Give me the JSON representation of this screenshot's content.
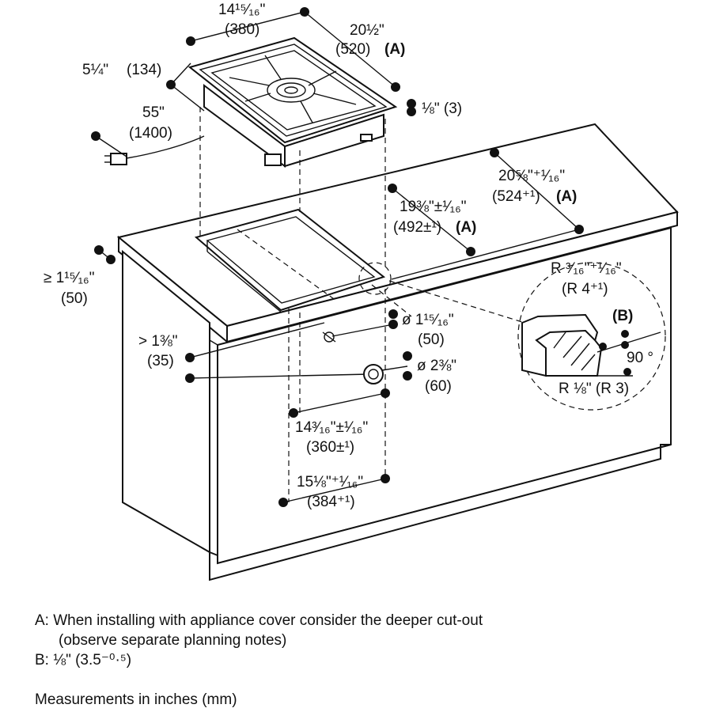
{
  "dimensions": {
    "cooktop_width_in": "14¹⁵⁄₁₆\"",
    "cooktop_width_mm": "(380)",
    "cooktop_depth_in": "20½\"",
    "cooktop_depth_mm": "(520)",
    "cooktop_depth_note": "(A)",
    "cooktop_height_in": "5¼\"",
    "cooktop_height_mm": "(134)",
    "cable_length_in": "55\"",
    "cable_length_mm": "(1400)",
    "edge_thickness": "⅛\" (3)",
    "cutout_depth_max_in": "20⅝\"⁺¹⁄₁₆\"",
    "cutout_depth_max_mm": "(524⁺¹)",
    "cutout_depth_max_note": "(A)",
    "cutout_depth_in": "19⅜\"±¹⁄₁₆\"",
    "cutout_depth_mm": "(492±¹)",
    "cutout_depth_note": "(A)",
    "front_edge_in": "≥ 1¹⁵⁄₁₆\"",
    "front_edge_mm": "(50)",
    "knob_offset_in": "> 1⅜\"",
    "knob_offset_mm": "(35)",
    "hole_small_in": "ø 1¹⁵⁄₁₆\"",
    "hole_small_mm": "(50)",
    "hole_large_in": "ø 2⅜\"",
    "hole_large_mm": "(60)",
    "cutout_width_in": "14³⁄₁₆\"±¹⁄₁₆\"",
    "cutout_width_mm": "(360±¹)",
    "cutout_outer_in": "15⅛\"⁺¹⁄₁₆\"",
    "cutout_outer_mm": "(384⁺¹)"
  },
  "detail": {
    "radius_top_in": "R ³⁄₁₆\"⁺¹⁄₁₆\"",
    "radius_top_mm": "(R 4⁺¹)",
    "label_b": "(B)",
    "angle": "90 °",
    "radius_bottom": "R ⅛\" (R 3)"
  },
  "notes": {
    "a_key": "A:",
    "a_text_1": "When installing with appliance cover consider the deeper cut-out",
    "a_text_2": "(observe separate planning notes)",
    "b_key": "B:",
    "b_text": "⅛\" (3.5⁻⁰·⁵)",
    "measurements": "Measurements in inches (mm)"
  }
}
